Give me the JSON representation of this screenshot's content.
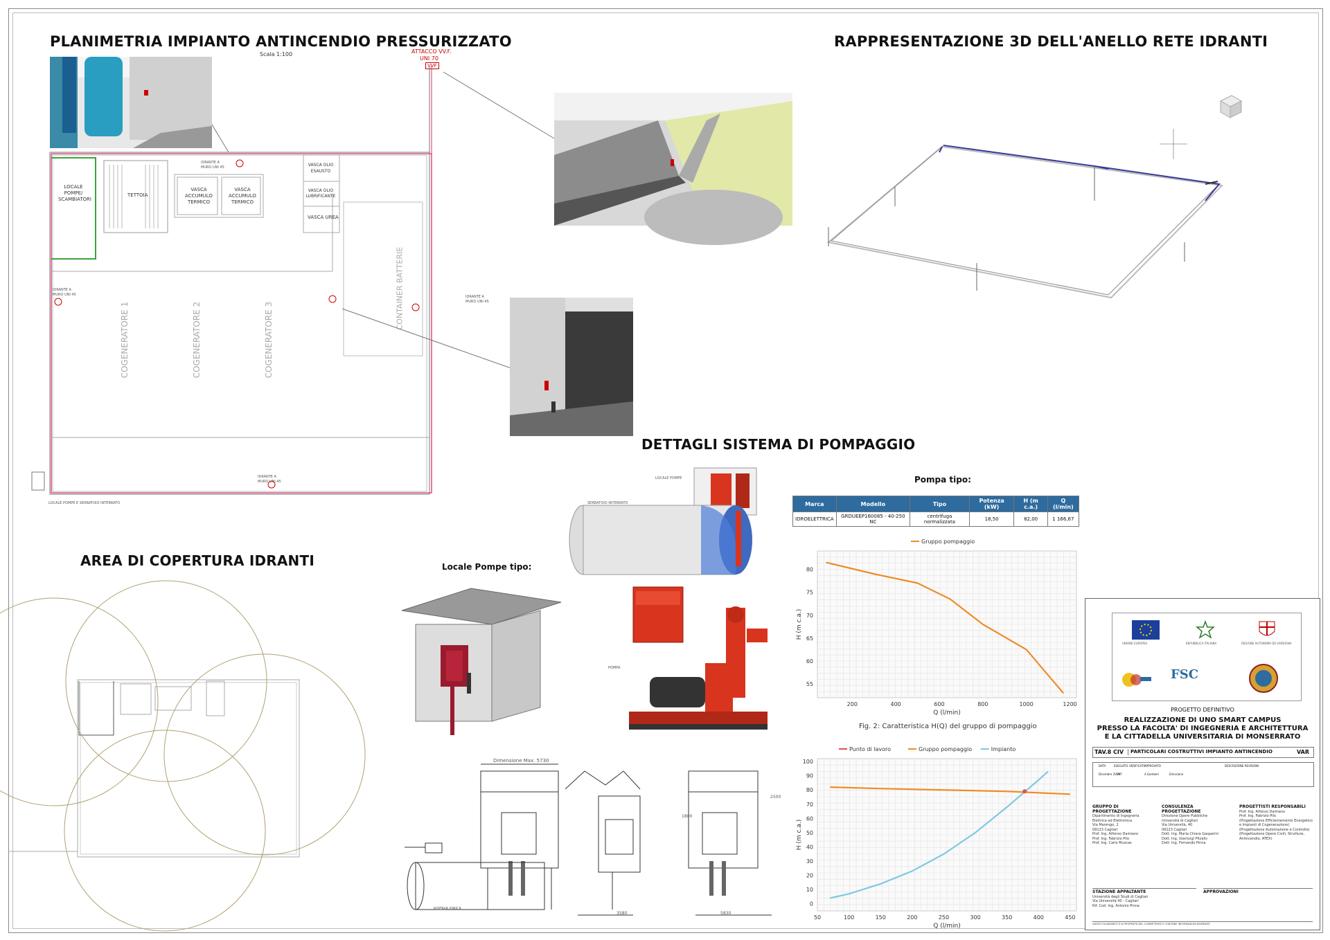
{
  "titles": {
    "plan": "PLANIMETRIA IMPIANTO ANTINCENDIO PRESSURIZZATO",
    "plan_scale": "Scala 1:100",
    "ring3d": "RAPPRESENTAZIONE 3D DELL'ANELLO RETE IDRANTI",
    "pumping": "DETTAGLI SISTEMA DI POMPAGGIO",
    "coverage": "AREA DI COPERTURA IDRANTI",
    "pump_room": "Locale Pompe tipo:",
    "pump_type": "Pompa tipo:"
  },
  "plan_labels": {
    "attacco_1": "ATTACCO VV.F.",
    "attacco_2": "UNI 70",
    "vvf": "VVF",
    "locale_pompe": "LOCALE POMPE/ SCAMBIATORI",
    "tettoia": "TETTOIA",
    "vasca_accumulo_1": "VASCA ACCUMULO TERMICO",
    "vasca_accumulo_2": "VASCA ACCUMULO TERMICO",
    "vasca_olio_esausto": "VASCA OLIO ESAUSTO",
    "vasca_olio_lubrificante": "VASCA OLIO LUBRIFICANTE",
    "vasca_urea": "VASCA UREA",
    "container_batterie": "CONTAINER BATTERIE",
    "cogeneratore_1": "COGENERATORE 1",
    "cogeneratore_2": "COGENERATORE 2",
    "cogeneratore_3": "COGENERATORE 3",
    "idrante_1": "IDRANTE A MURO UNI 45",
    "idrante_2": "IDRANTE A MURO UNI 45",
    "idrante_3": "IDRANTE A MURO UNI 45",
    "idrante_4": "IDRANTE A MURO UNI 45",
    "locale_interrato": "LOCALE POMPE E SERBATOIO INTERRATO"
  },
  "pump_labels": {
    "locale_pompe": "LOCALE POMPE",
    "serbatoio": "SERBATOIO INTERRATO",
    "pompa": "POMPA",
    "dimensione": "Dimensione Max. 5730",
    "dim_3580": "3580",
    "dim_5830": "5830",
    "dim_2500": "2500",
    "dim_1800": "1800",
    "riserva": "RISERVA IDRICA"
  },
  "pump_table": {
    "headers": [
      "Marca",
      "Modello",
      "Tipo",
      "Potenza (kW)",
      "H (m c.a.)",
      "Q (l/min)"
    ],
    "rows": [
      [
        "IDROELETTRICA",
        "GRDUEEP160085 - 40-250 NC",
        "centrifuga normalizzata",
        "18,50",
        "82,00",
        "1 166,67"
      ]
    ]
  },
  "chart_data": [
    {
      "type": "line",
      "legend": [
        "Gruppo pompaggio"
      ],
      "legend_position": "top",
      "caption": "Fig. 2: Caratteristica H(Q) del gruppo di pompaggio",
      "xlabel": "Q (l/min)",
      "ylabel": "H (m c.a.)",
      "xlim": [
        40,
        1230
      ],
      "ylim": [
        52,
        84
      ],
      "xticks": [
        200,
        400,
        600,
        800,
        1000,
        1200
      ],
      "yticks": [
        55,
        60,
        65,
        70,
        75,
        80
      ],
      "series": [
        {
          "name": "Gruppo pompaggio",
          "color": "#f08a24",
          "x": [
            80,
            300,
            500,
            650,
            800,
            1000,
            1170
          ],
          "y": [
            81.5,
            79.0,
            77.0,
            73.5,
            68.0,
            62.5,
            53.0
          ]
        }
      ],
      "grid": true
    },
    {
      "type": "line",
      "legend": [
        "Punto di lavoro",
        "Gruppo pompaggio",
        "Impianto"
      ],
      "legend_position": "top",
      "xlabel": "Q (l/min)",
      "ylabel": "H (m c.a.)",
      "xlim": [
        50,
        460
      ],
      "ylim": [
        -5,
        102
      ],
      "xticks": [
        50,
        100,
        150,
        200,
        250,
        300,
        350,
        400,
        450
      ],
      "yticks": [
        0,
        10,
        20,
        30,
        40,
        50,
        60,
        70,
        80,
        90,
        100
      ],
      "series": [
        {
          "name": "Gruppo pompaggio",
          "color": "#f08a24",
          "x": [
            70,
            150,
            250,
            350,
            450
          ],
          "y": [
            82,
            81,
            80,
            79,
            77
          ]
        },
        {
          "name": "Impianto",
          "color": "#7ec8e3",
          "x": [
            70,
            100,
            150,
            200,
            250,
            300,
            350,
            400,
            415
          ],
          "y": [
            4,
            7,
            14,
            23,
            35,
            50,
            68,
            87,
            93
          ]
        },
        {
          "name": "Punto di lavoro",
          "color": "#e05050",
          "x": [
            378
          ],
          "y": [
            79
          ]
        }
      ],
      "grid": true
    }
  ],
  "title_block": {
    "fase": "PROGETTO DEFINITIVO",
    "project_1": "REALIZZAZIONE DI UNO SMART CAMPUS",
    "project_2": "PRESSO LA FACOLTA' DI INGEGNERIA E ARCHITETTURA",
    "project_3": "E LA CITTADELLA UNIVERSITARIA DI MONSERRATO",
    "tav": "TAV.8 CIV",
    "tav_title": "PARTICOLARI COSTRUTTIVI IMPIANTO ANTINCENDIO",
    "scale": "VAR",
    "rev_headers": [
      "DATA",
      "ESEGUITO",
      "VERIFICATO",
      "APPROVATO",
      "DESCRIZIONE REVISIONI"
    ],
    "rev_row": [
      "Dicembre 2019",
      "VVF",
      "",
      "A.Gamberi",
      "Emissione"
    ],
    "gruppo_title": "GRUPPO DI PROGETTAZIONE",
    "gruppo_lines": [
      "Dipartimento di Ingegneria",
      "Elettrica ed Elettronica",
      "Via Marengo, 2",
      "09123 Cagliari",
      "Prof. Ing. Alfonso Damiano",
      "Prof. Ing. Fabrizio Pilo",
      "Prof. Ing. Carlo Muscas"
    ],
    "consulenza_title": "CONSULENZA PROGETTAZIONE",
    "consulenza_lines": [
      "Direzione Opere Pubbliche",
      "Università di Cagliari",
      "Via Università, 40",
      "09123 Cagliari",
      "Dott. Ing. Maria Chiara Gasparini",
      "Dott. Ing. Gianluigi Pitzalis",
      "Dott. Ing. Fernando Pinna"
    ],
    "progettisti_title": "PROGETTISTI RESPONSABILI",
    "progettisti_lines": [
      "Prof. Ing. Alfonso Damiano",
      "Prof. Ing. Fabrizio Pilo",
      "(Progettazione Efficientamento Energetico",
      "e Impianti di Cogenerazione)",
      "(Progettazione Automazione e Controllo)",
      "(Progettazione Opere Civili, Strutture,",
      "Antincendio, ATEX)"
    ],
    "stazione_title": "STAZIONE APPALTANTE",
    "stazione_lines": [
      "Università degli Studi di Cagliari",
      "Via Università 40 - Cagliari",
      "Rif. Cod. Ing. Antonio Pinna"
    ],
    "approvazioni_title": "APPROVAZIONI",
    "fsc_label": "FSC",
    "logo_text_1": "UNIONE EUROPEA",
    "logo_text_2": "REPUBBLICA ITALIANA",
    "logo_text_3": "REGIONE AUTONOMA DE SARDIGNA",
    "footer": "QUESTO ELABORATO È DI PROPRIETÀ DEL COMMITTENTE E CONTIENE INFORMAZIONI RISERVATE"
  },
  "colors": {
    "pipe_red": "#d9336b",
    "pipe_green": "#3aa33a",
    "pump_red": "#d8341e",
    "ring_blue": "#3a3a9a",
    "table_header": "#2e6b9e",
    "curve_orange": "#f08a24",
    "curve_blue": "#7ec8e3"
  }
}
